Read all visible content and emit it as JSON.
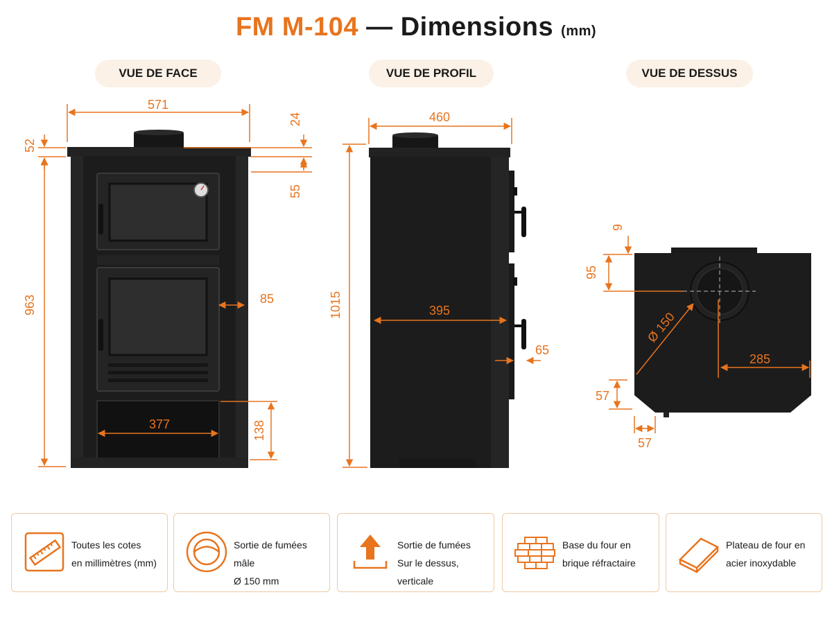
{
  "title": {
    "model": "FM M-104",
    "dash": "—",
    "main": "Dimensions",
    "unit": "(mm)"
  },
  "views": {
    "front": "VUE DE FACE",
    "side": "VUE DE PROFIL",
    "top": "VUE DE DESSUS"
  },
  "front_dims": {
    "width": "571",
    "top_height": "52",
    "height": "963",
    "pipe_height": "24",
    "top_gap": "55",
    "door_offset": "85",
    "drawer_width": "377",
    "drawer_height": "138"
  },
  "side_dims": {
    "depth": "460",
    "height": "1015",
    "inner_depth": "395",
    "handle": "65"
  },
  "top_dims": {
    "edge": "9",
    "pipe_offset": "95",
    "diameter": "Ø 150",
    "pipe_center": "285",
    "chamfer_v": "57",
    "chamfer_h": "57"
  },
  "features": [
    {
      "icon": "ruler-icon",
      "line1": "Toutes les cotes",
      "line2": "en millimètres (mm)"
    },
    {
      "icon": "flue-pipe-icon",
      "line1": "Sortie de fumées mâle",
      "line2": "Ø 150 mm"
    },
    {
      "icon": "arrow-up-icon",
      "line1": "Sortie de fumées",
      "line2": "Sur le dessus, verticale"
    },
    {
      "icon": "bricks-icon",
      "line1": "Base du four en",
      "line2": "brique réfractaire"
    },
    {
      "icon": "steel-plate-icon",
      "line1": "Plateau de four en",
      "line2": "acier inoxydable"
    }
  ],
  "colors": {
    "accent": "#e8741e",
    "stove": "#1c1c1c",
    "pill": "#fbf1e6",
    "card_border": "#f0c9a3"
  }
}
